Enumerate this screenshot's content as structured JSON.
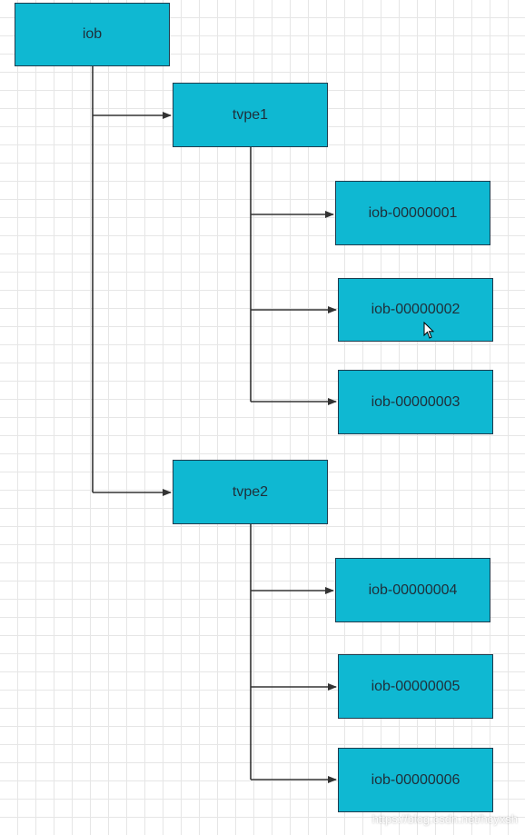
{
  "diagram": {
    "root": {
      "label": "iob"
    },
    "groups": [
      {
        "label": "tvpe1",
        "children": [
          "iob-00000001",
          "iob-00000002",
          "iob-00000003"
        ]
      },
      {
        "label": "tvpe2",
        "children": [
          "iob-00000004",
          "iob-00000005",
          "iob-00000006"
        ]
      }
    ]
  },
  "colors": {
    "node_fill": "#0fb8d2",
    "node_border": "#1f3b4d",
    "connector": "#333333",
    "grid": "#e6e6e6"
  },
  "watermark": "https://blog.csdn.net/hcyxsh",
  "cursor_icon": "mouse-pointer-icon"
}
